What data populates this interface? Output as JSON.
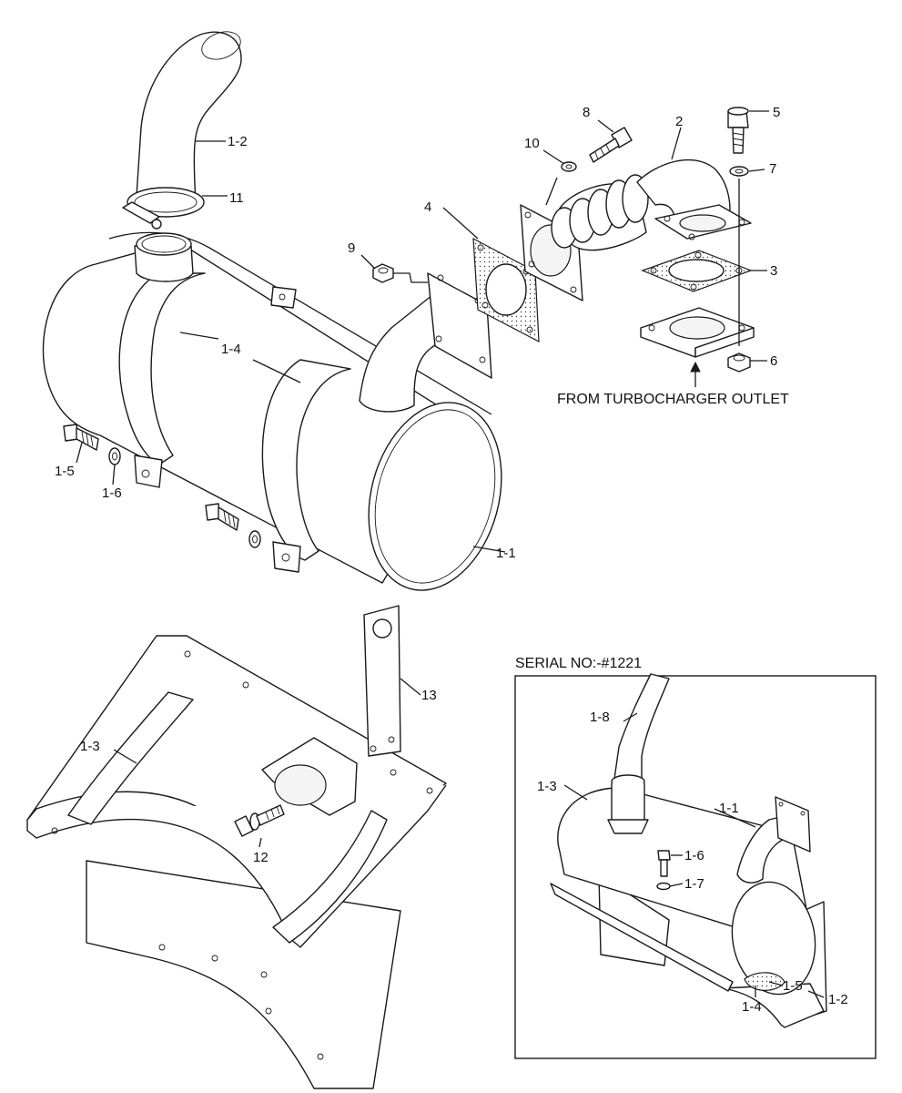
{
  "diagram": {
    "note": "FROM TURBOCHARGER OUTLET",
    "inset_title": "SERIAL NO:-#1221"
  },
  "callouts": {
    "main": [
      "1-2",
      "11",
      "1-4",
      "1-5",
      "1-6",
      "1-1",
      "4",
      "9",
      "10",
      "8",
      "2",
      "5",
      "7",
      "3",
      "6",
      "1-3",
      "13",
      "12"
    ],
    "inset": [
      "1-8",
      "1-3",
      "1-1",
      "1-6",
      "1-7",
      "1-5",
      "1-4",
      "1-2"
    ]
  }
}
